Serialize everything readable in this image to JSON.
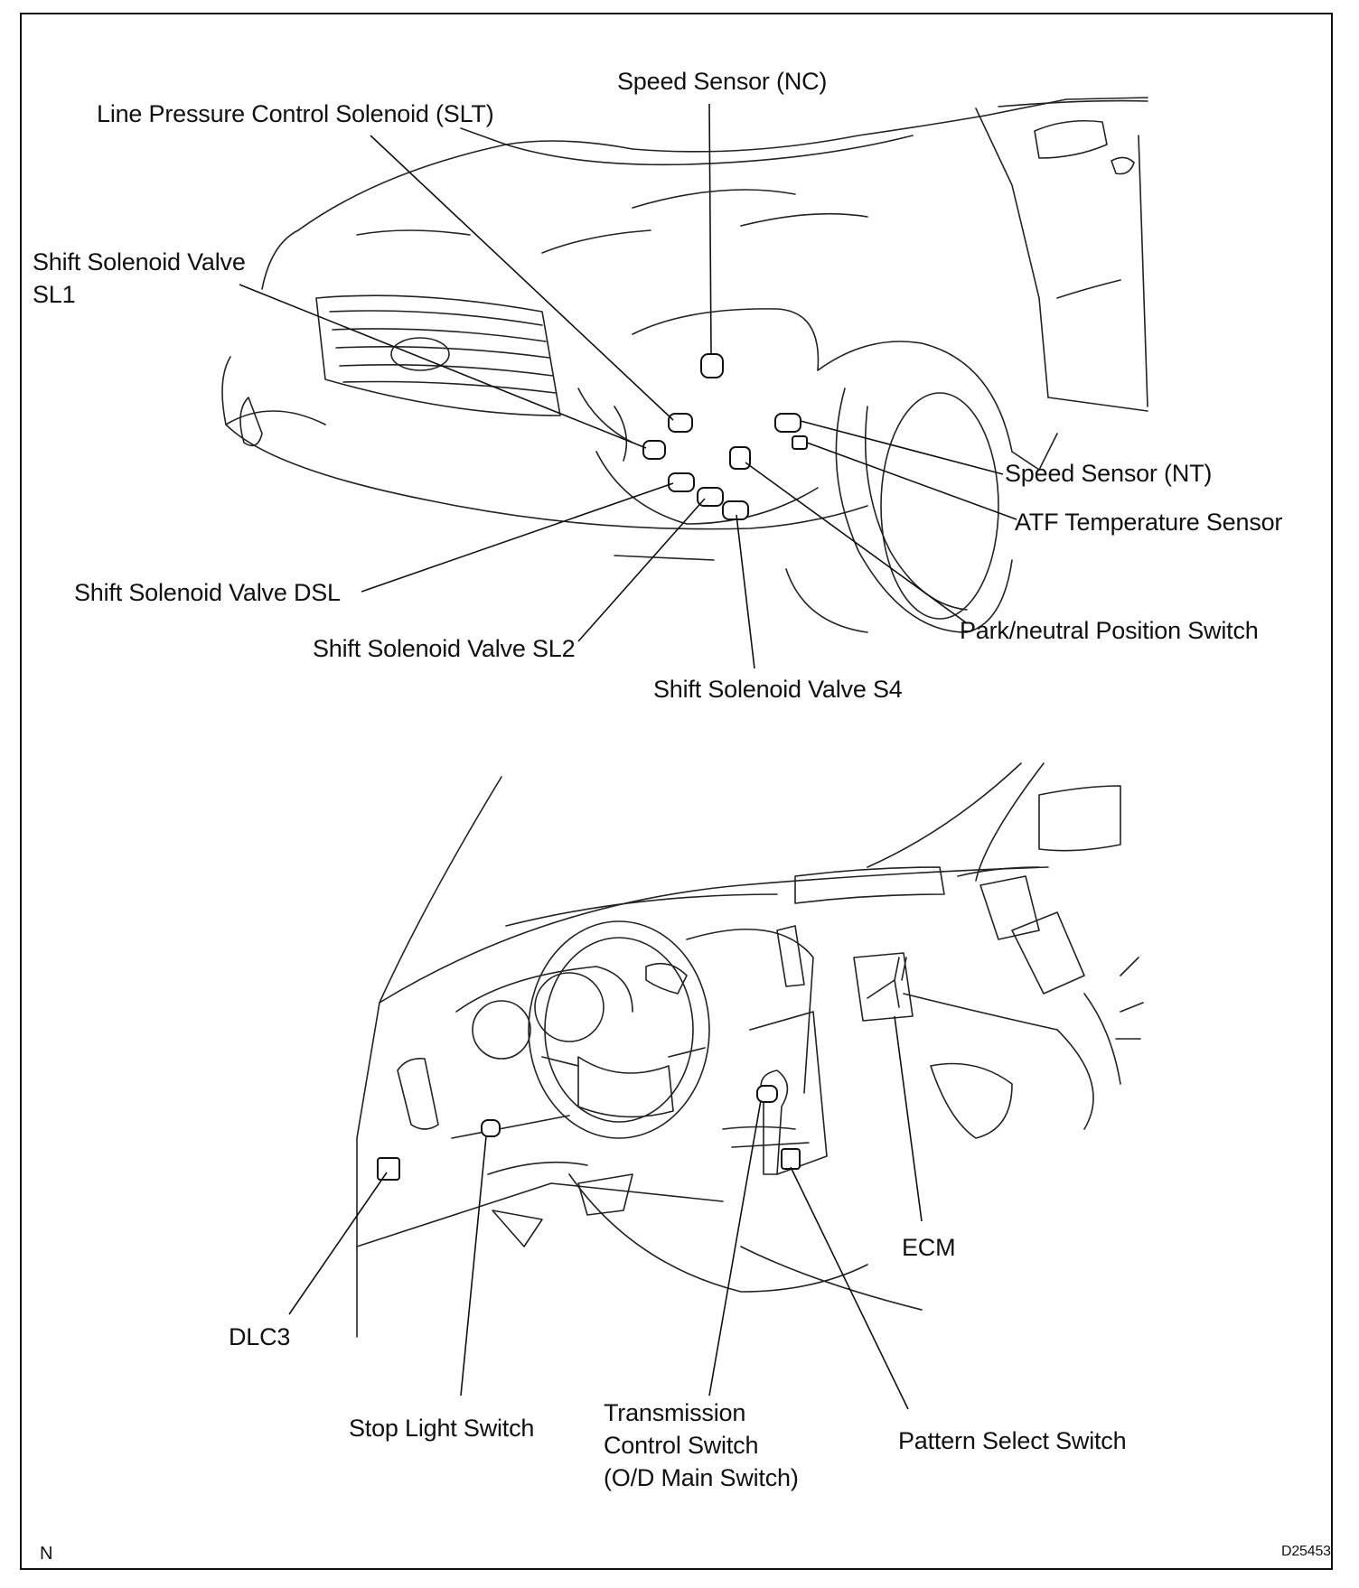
{
  "drawing_number": "D25453",
  "corner_mark": "N",
  "top_view": {
    "labels": {
      "speed_sensor_nc": "Speed Sensor (NC)",
      "line_pressure_solenoid": "Line Pressure Control Solenoid (SLT)",
      "shift_solenoid_sl1_line1": "Shift Solenoid Valve",
      "shift_solenoid_sl1_line2": "SL1",
      "speed_sensor_nt": "Speed Sensor (NT)",
      "atf_temp_sensor": "ATF Temperature Sensor",
      "shift_solenoid_dsl": "Shift Solenoid Valve DSL",
      "park_neutral_switch": "Park/neutral Position Switch",
      "shift_solenoid_sl2": "Shift Solenoid Valve SL2",
      "shift_solenoid_s4": "Shift Solenoid Valve S4"
    }
  },
  "bottom_view": {
    "labels": {
      "ecm": "ECM",
      "dlc3": "DLC3",
      "stop_light_switch": "Stop Light Switch",
      "transmission_switch_line1": "Transmission",
      "transmission_switch_line2": "Control Switch",
      "transmission_switch_line3": "(O/D Main Switch)",
      "pattern_select_switch": "Pattern Select Switch"
    }
  }
}
